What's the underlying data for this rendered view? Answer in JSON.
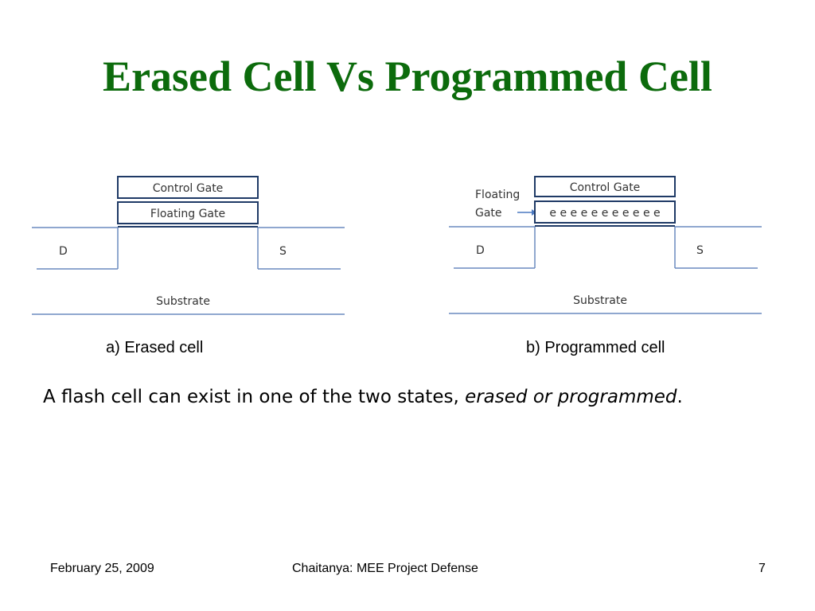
{
  "slide": {
    "title": "Erased Cell Vs Programmed Cell",
    "title_color": "#0c6b0c"
  },
  "diagram_a": {
    "control_gate": "Control Gate",
    "floating_gate": "Floating Gate",
    "drain": "D",
    "source": "S",
    "substrate": "Substrate",
    "caption": "a) Erased cell"
  },
  "diagram_b": {
    "floating_gate_label_line1": "Floating",
    "floating_gate_label_line2": "Gate",
    "control_gate": "Control Gate",
    "electrons": "e e e e e e e e e e e",
    "drain": "D",
    "source": "S",
    "substrate": "Substrate",
    "caption": "b) Programmed cell"
  },
  "body": {
    "text_plain": "A flash cell can exist in one of the two states, ",
    "text_italic": "erased or programmed",
    "text_end": "."
  },
  "footer": {
    "date": "February 25, 2009",
    "center": "Chaitanya: MEE Project Defense",
    "page_number": "7"
  },
  "colors": {
    "gate_outline": "#1f3a66",
    "line": "#6a8abf"
  }
}
